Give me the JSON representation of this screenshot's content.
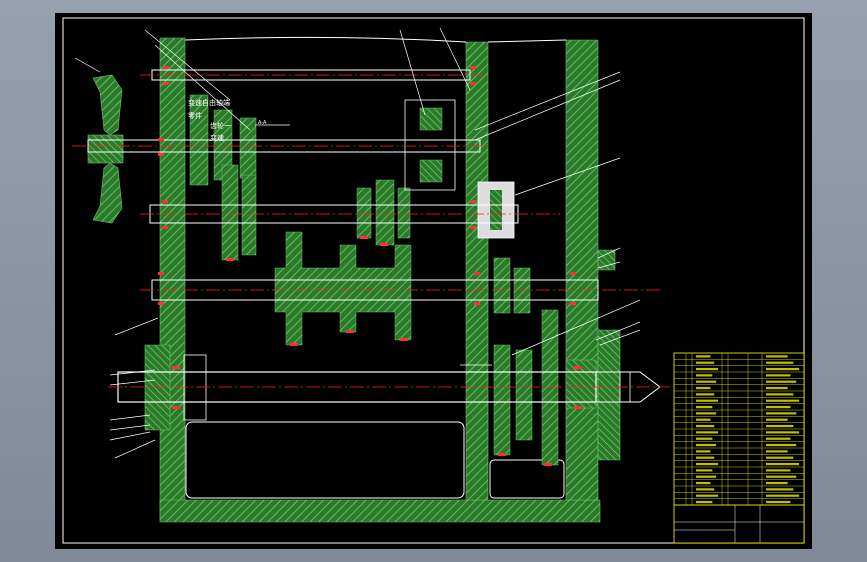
{
  "drawing": {
    "annotations": {
      "shaft_note_1": "变速自由轴端",
      "shaft_note_2": "零件",
      "shaft_note_3": "齿轮一",
      "shaft_note_4": "变速",
      "tag_label": "A-A"
    },
    "colors": {
      "background": "#000000",
      "border": "#ffffff",
      "hatch_green": "#2a7a2a",
      "hatch_stroke": "#6cc06c",
      "centerline": "#ff2020",
      "shaft": "#ffffff",
      "title_block": "#ffff00"
    },
    "title_block": {
      "row_count": 24
    }
  }
}
